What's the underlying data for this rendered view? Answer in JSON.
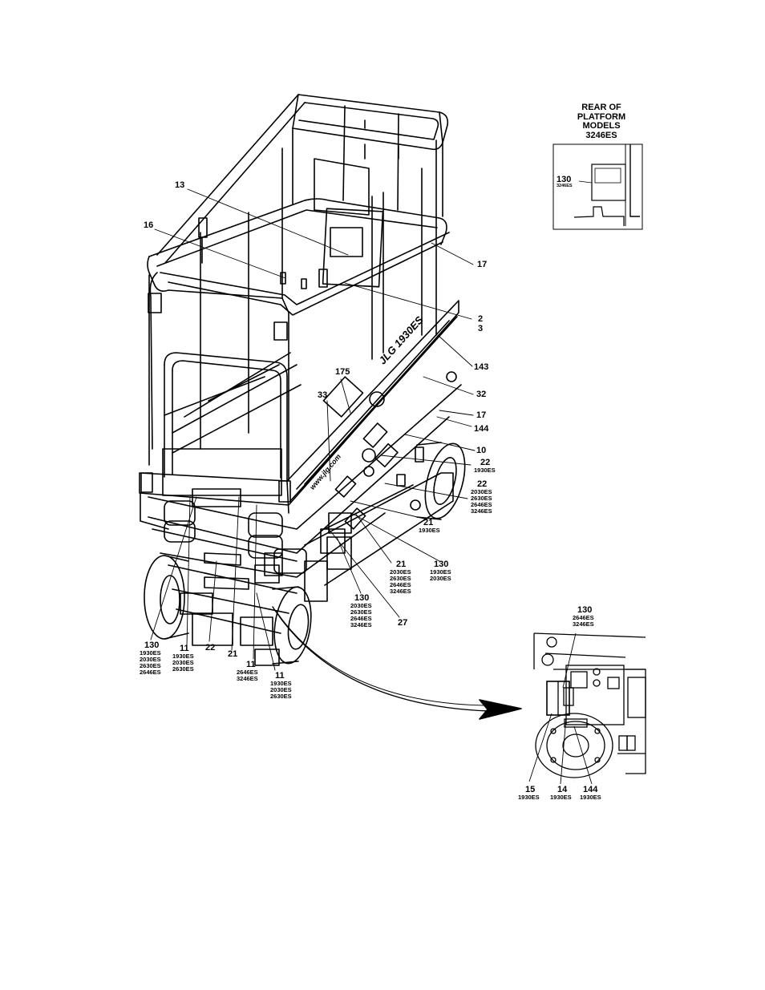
{
  "inset_rear": {
    "title_lines": [
      "REAR OF",
      "PLATFORM",
      "MODELS",
      "3246ES"
    ],
    "callout": {
      "num": "130",
      "models": [
        "3246ES"
      ]
    }
  },
  "callouts": [
    {
      "id": "c13",
      "num": "13",
      "models": []
    },
    {
      "id": "c16",
      "num": "16",
      "models": []
    },
    {
      "id": "c17a",
      "num": "17",
      "models": []
    },
    {
      "id": "c2",
      "num": "2",
      "models": []
    },
    {
      "id": "c3",
      "num": "3",
      "models": []
    },
    {
      "id": "c143",
      "num": "143",
      "models": []
    },
    {
      "id": "c175",
      "num": "175",
      "models": []
    },
    {
      "id": "c32",
      "num": "32",
      "models": []
    },
    {
      "id": "c33",
      "num": "33",
      "models": []
    },
    {
      "id": "c17b",
      "num": "17",
      "models": []
    },
    {
      "id": "c144",
      "num": "144",
      "models": []
    },
    {
      "id": "c10",
      "num": "10",
      "models": []
    },
    {
      "id": "c22a",
      "num": "22",
      "models": [
        "1930ES"
      ]
    },
    {
      "id": "c22b",
      "num": "22",
      "models": [
        "2030ES",
        "2630ES",
        "2646ES",
        "3246ES"
      ]
    },
    {
      "id": "c21a",
      "num": "21",
      "models": [
        "1930ES"
      ]
    },
    {
      "id": "c130a",
      "num": "130",
      "models": [
        "1930ES",
        "2030ES"
      ]
    },
    {
      "id": "c21b",
      "num": "21",
      "models": [
        "2030ES",
        "2630ES",
        "2646ES",
        "3246ES"
      ]
    },
    {
      "id": "c130b",
      "num": "130",
      "models": [
        "2030ES",
        "2630ES",
        "2646ES",
        "3246ES"
      ]
    },
    {
      "id": "c27",
      "num": "27",
      "models": []
    },
    {
      "id": "c130c",
      "num": "130",
      "models": [
        "1930ES",
        "2030ES",
        "2630ES",
        "2646ES"
      ]
    },
    {
      "id": "c11a",
      "num": "11",
      "models": [
        "1930ES",
        "2030ES",
        "2630ES"
      ]
    },
    {
      "id": "c22c",
      "num": "22",
      "models": []
    },
    {
      "id": "c21c",
      "num": "21",
      "models": []
    },
    {
      "id": "c11b",
      "num": "11",
      "models": [
        "2646ES",
        "3246ES"
      ]
    },
    {
      "id": "c11c",
      "num": "11",
      "models": [
        "1930ES",
        "2030ES",
        "2630ES"
      ]
    }
  ],
  "inset_detail": {
    "callouts": [
      {
        "id": "d130",
        "num": "130",
        "models": [
          "2646ES",
          "3246ES"
        ]
      },
      {
        "id": "d15",
        "num": "15",
        "models": [
          "1930ES"
        ]
      },
      {
        "id": "d14",
        "num": "14",
        "models": [
          "1930ES"
        ]
      },
      {
        "id": "d144",
        "num": "144",
        "models": [
          "1930ES"
        ]
      }
    ]
  },
  "decals": {
    "side_brand": "JLG 1930ES",
    "side_url": "www.jlg.com"
  }
}
